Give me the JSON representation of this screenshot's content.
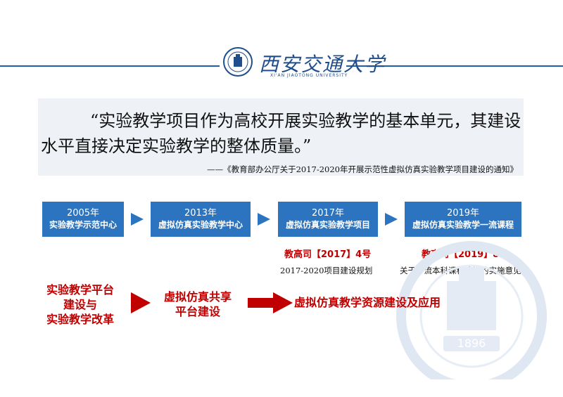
{
  "header": {
    "university_cn": "西安交通大学",
    "university_en": "XI'AN JIAOTONG UNIVERSITY"
  },
  "quote": {
    "line1": "“实验教学项目作为高校开展实验教学的基本单元，其建设",
    "line2": "水平直接决定实验教学的整体质量。”",
    "source": "——《教育部办公厅关于2017-2020年开展示范性虚拟仿真实验教学项目建设的通知》"
  },
  "timeline": [
    {
      "year": "2005年",
      "title": "实验教学示范中心"
    },
    {
      "year": "2013年",
      "title": "虚拟仿真实验教学中心"
    },
    {
      "year": "2017年",
      "title": "虚拟仿真实验教学项目"
    },
    {
      "year": "2019年",
      "title": "虚拟仿真实验教学一流课程"
    }
  ],
  "documents": [
    {
      "code": "教高司【2017】4号",
      "desc": "2017-2020项目建设规划"
    },
    {
      "code": "教高司【2019】8号",
      "desc": "关于一流本科课程建设的实施意见"
    }
  ],
  "phases": {
    "p1_l1": "实验教学平台",
    "p1_l2": "建设与",
    "p1_l3": "实验教学改革",
    "p2_l1": "虚拟仿真共享",
    "p2_l2": "平台建设",
    "p3": "虚拟仿真教学资源建设及应用"
  },
  "watermark": {
    "year": "1896"
  },
  "colors": {
    "brand_blue": "#2c74c0",
    "accent_red": "#c00000",
    "line_blue": "#1f5ea8"
  }
}
